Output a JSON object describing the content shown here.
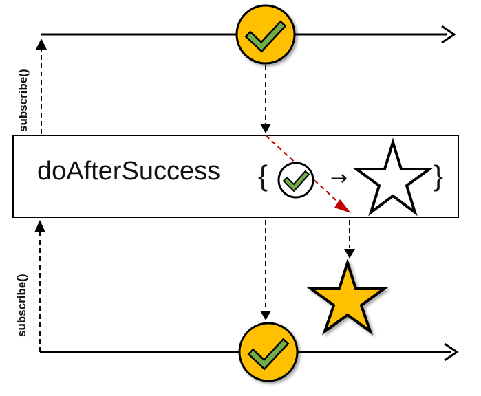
{
  "operator": {
    "name": "doAfterSuccess",
    "open_brace": "{",
    "close_brace": "}",
    "arrow": "→"
  },
  "subscribe_label_top": "subscribe()",
  "subscribe_label_bottom": "subscribe()",
  "colors": {
    "success_fill": "#FFC000",
    "check_green": "#70AD47",
    "red_dashed": "#C00000",
    "line": "#000000"
  },
  "icons": [
    "success-icon",
    "check-icon",
    "star-icon",
    "arrow-icon"
  ]
}
